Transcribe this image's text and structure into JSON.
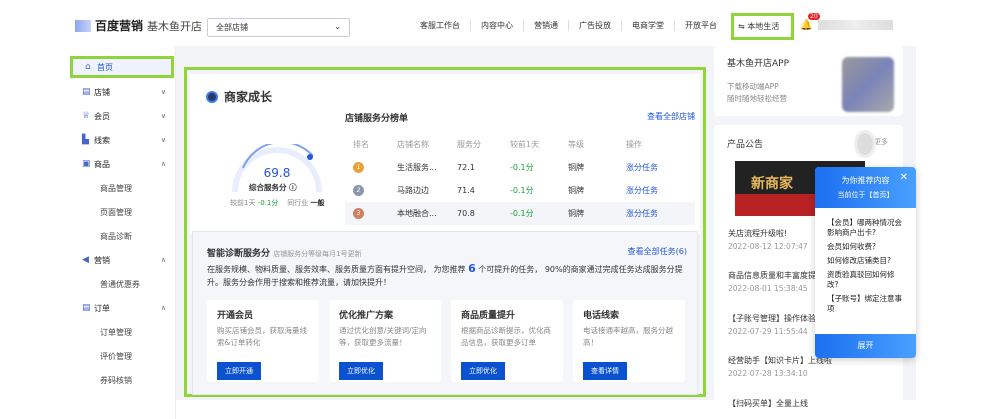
{
  "header": {
    "logo_brand": "百度营销",
    "logo_sub": "基木鱼开店",
    "store_select": "全部店铺",
    "nav": [
      "客服工作台",
      "内容中心",
      "营销通",
      "广告投放",
      "电商学堂",
      "开放平台"
    ],
    "local_life": "本地生活",
    "notification_count": "20"
  },
  "sidebar": {
    "items": [
      {
        "label": "首页",
        "icon": "home-icon",
        "active": true
      },
      {
        "label": "店铺",
        "icon": "store-icon",
        "chevron": "down"
      },
      {
        "label": "会员",
        "icon": "crown-icon",
        "chevron": "down"
      },
      {
        "label": "线索",
        "icon": "chart-icon",
        "chevron": "down"
      },
      {
        "label": "商品",
        "icon": "product-icon",
        "chevron": "up"
      },
      {
        "label": "商品管理",
        "sub": true
      },
      {
        "label": "页面管理",
        "sub": true
      },
      {
        "label": "商品诊断",
        "sub": true
      },
      {
        "label": "营销",
        "icon": "megaphone-icon",
        "chevron": "up"
      },
      {
        "label": "普通优惠券",
        "sub": true
      },
      {
        "label": "订单",
        "icon": "order-icon",
        "chevron": "up"
      },
      {
        "label": "订单管理",
        "sub": true
      },
      {
        "label": "评价管理",
        "sub": true
      },
      {
        "label": "券码核销",
        "sub": true
      }
    ]
  },
  "growth": {
    "title": "商家成长",
    "score": "69.8",
    "score_label": "综合服务分",
    "compare_label": "较前1天",
    "compare_value": "-0.1分",
    "industry_label": "同行业",
    "industry_value": "一般",
    "ranking": {
      "title": "店铺服务分榜单",
      "view_all": "查看全部店铺",
      "columns": [
        "排名",
        "店铺名称",
        "服务分",
        "较前1天",
        "等级",
        "操作"
      ],
      "rows": [
        {
          "rank": "1",
          "name": "生活服务...",
          "score": "72.1",
          "change": "-0.1分",
          "level": "铜牌",
          "action": "涨分任务"
        },
        {
          "rank": "2",
          "name": "马路边边",
          "score": "71.4",
          "change": "-0.1分",
          "level": "铜牌",
          "action": "涨分任务"
        },
        {
          "rank": "3",
          "name": "本地融合...",
          "score": "70.8",
          "change": "-0.1分",
          "level": "铜牌",
          "action": "涨分任务"
        }
      ]
    }
  },
  "diagnosis": {
    "title": "智能诊断服务分",
    "note": "店铺服务分等级每月1号更新",
    "view_all": "查看全部任务(6)",
    "desc_pre": "在服务规模、物料质量、服务效率、服务质量方面有提升空间， 为您推荐",
    "desc_num": "6",
    "desc_post": "个可提升的任务， 90%的商家通过完成任务达成服务分提升。服务分会作用于搜索和推荐流量，请加快提升！",
    "tasks": [
      {
        "title": "开通会员",
        "desc": "购买店铺会员，获取海量线索&订单转化",
        "button": "立即开通"
      },
      {
        "title": "优化推广方案",
        "desc": "通过优化创意/关键词/定向等，获取更多流量！",
        "button": "立即优化"
      },
      {
        "title": "商品质量提升",
        "desc": "根据商品诊断提示，优化商品信息，获取更多订单",
        "button": "立即优化"
      },
      {
        "title": "电话线索",
        "desc": "电话接通率越高，服务分越高！",
        "button": "查看详情"
      }
    ]
  },
  "app_card": {
    "title": "基木鱼开店APP",
    "line1": "下载移动端APP",
    "line2": "随时随地轻松经营"
  },
  "announcements": {
    "title": "产品公告",
    "more": "更多",
    "banner_text": "新商家",
    "items": [
      {
        "title": "关店流程升级啦!",
        "date": "2022-08-12 12:07:47"
      },
      {
        "title": "商品信息质量和丰富度提",
        "date": "2022-08-01 15:38:45"
      },
      {
        "title": "【子账号管理】操作体验",
        "date": "2022-07-29 11:55:44"
      },
      {
        "title": "经营助手【知识卡片】上线啦",
        "date": "2022-07-28 13:34:10"
      },
      {
        "title": "【扫码买单】全量上线",
        "date": ""
      }
    ]
  },
  "recommend": {
    "title": "为你推荐内容",
    "location": "当前位于【首页】",
    "items": [
      "【会员】哪两种情况会影响商户出卡?",
      "会员如何收费?",
      "如何修改店铺类目?",
      "资质验真驳回如何修改?",
      "【子账号】绑定注意事项"
    ],
    "expand": "展开"
  },
  "colors": {
    "accent": "#2255dd",
    "highlight": "#8fd43a",
    "positive": "#19a33a"
  }
}
